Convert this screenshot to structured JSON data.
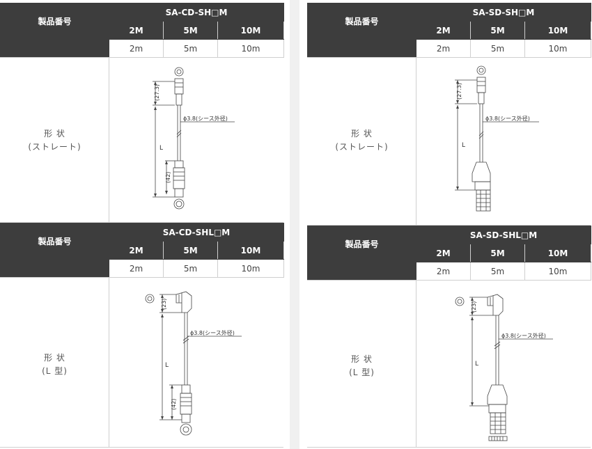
{
  "panels": [
    {
      "id": "sa-cd-sh",
      "label": "製品番号",
      "model": "SA-CD-SH□M",
      "headers": [
        "2M",
        "5M",
        "10M"
      ],
      "values": [
        "2m",
        "5m",
        "10m"
      ],
      "shape_line1": "形 状",
      "shape_line2": "(ストレート)",
      "dim_top": "(27.3)",
      "dim_cable": "ϕ3.8(シース外径)",
      "dim_len": "L",
      "dim_bottom": "(42)"
    },
    {
      "id": "sa-sd-sh",
      "label": "製品番号",
      "model": "SA-SD-SH□M",
      "headers": [
        "2M",
        "5M",
        "10M"
      ],
      "values": [
        "2m",
        "5m",
        "10m"
      ],
      "shape_line1": "形 状",
      "shape_line2": "(ストレート)",
      "dim_top": "(27.3)",
      "dim_cable": "ϕ3.8(シース外径)",
      "dim_len": "L"
    },
    {
      "id": "sa-cd-shl",
      "label": "製品番号",
      "model": "SA-CD-SHL□M",
      "headers": [
        "2M",
        "5M",
        "10M"
      ],
      "values": [
        "2m",
        "5m",
        "10m"
      ],
      "shape_line1": "形 状",
      "shape_line2": "(L 型)",
      "dim_top": "(23)",
      "dim_cable": "ϕ3.8(シース外径)",
      "dim_len": "L",
      "dim_bottom": "(42)"
    },
    {
      "id": "sa-sd-shl",
      "label": "製品番号",
      "model": "SA-SD-SHL□M",
      "headers": [
        "2M",
        "5M",
        "10M"
      ],
      "values": [
        "2m",
        "5m",
        "10m"
      ],
      "shape_line1": "形 状",
      "shape_line2": "(L 型)",
      "dim_top": "(23)",
      "dim_cable": "ϕ3.8(シース外径)",
      "dim_len": "L"
    }
  ]
}
